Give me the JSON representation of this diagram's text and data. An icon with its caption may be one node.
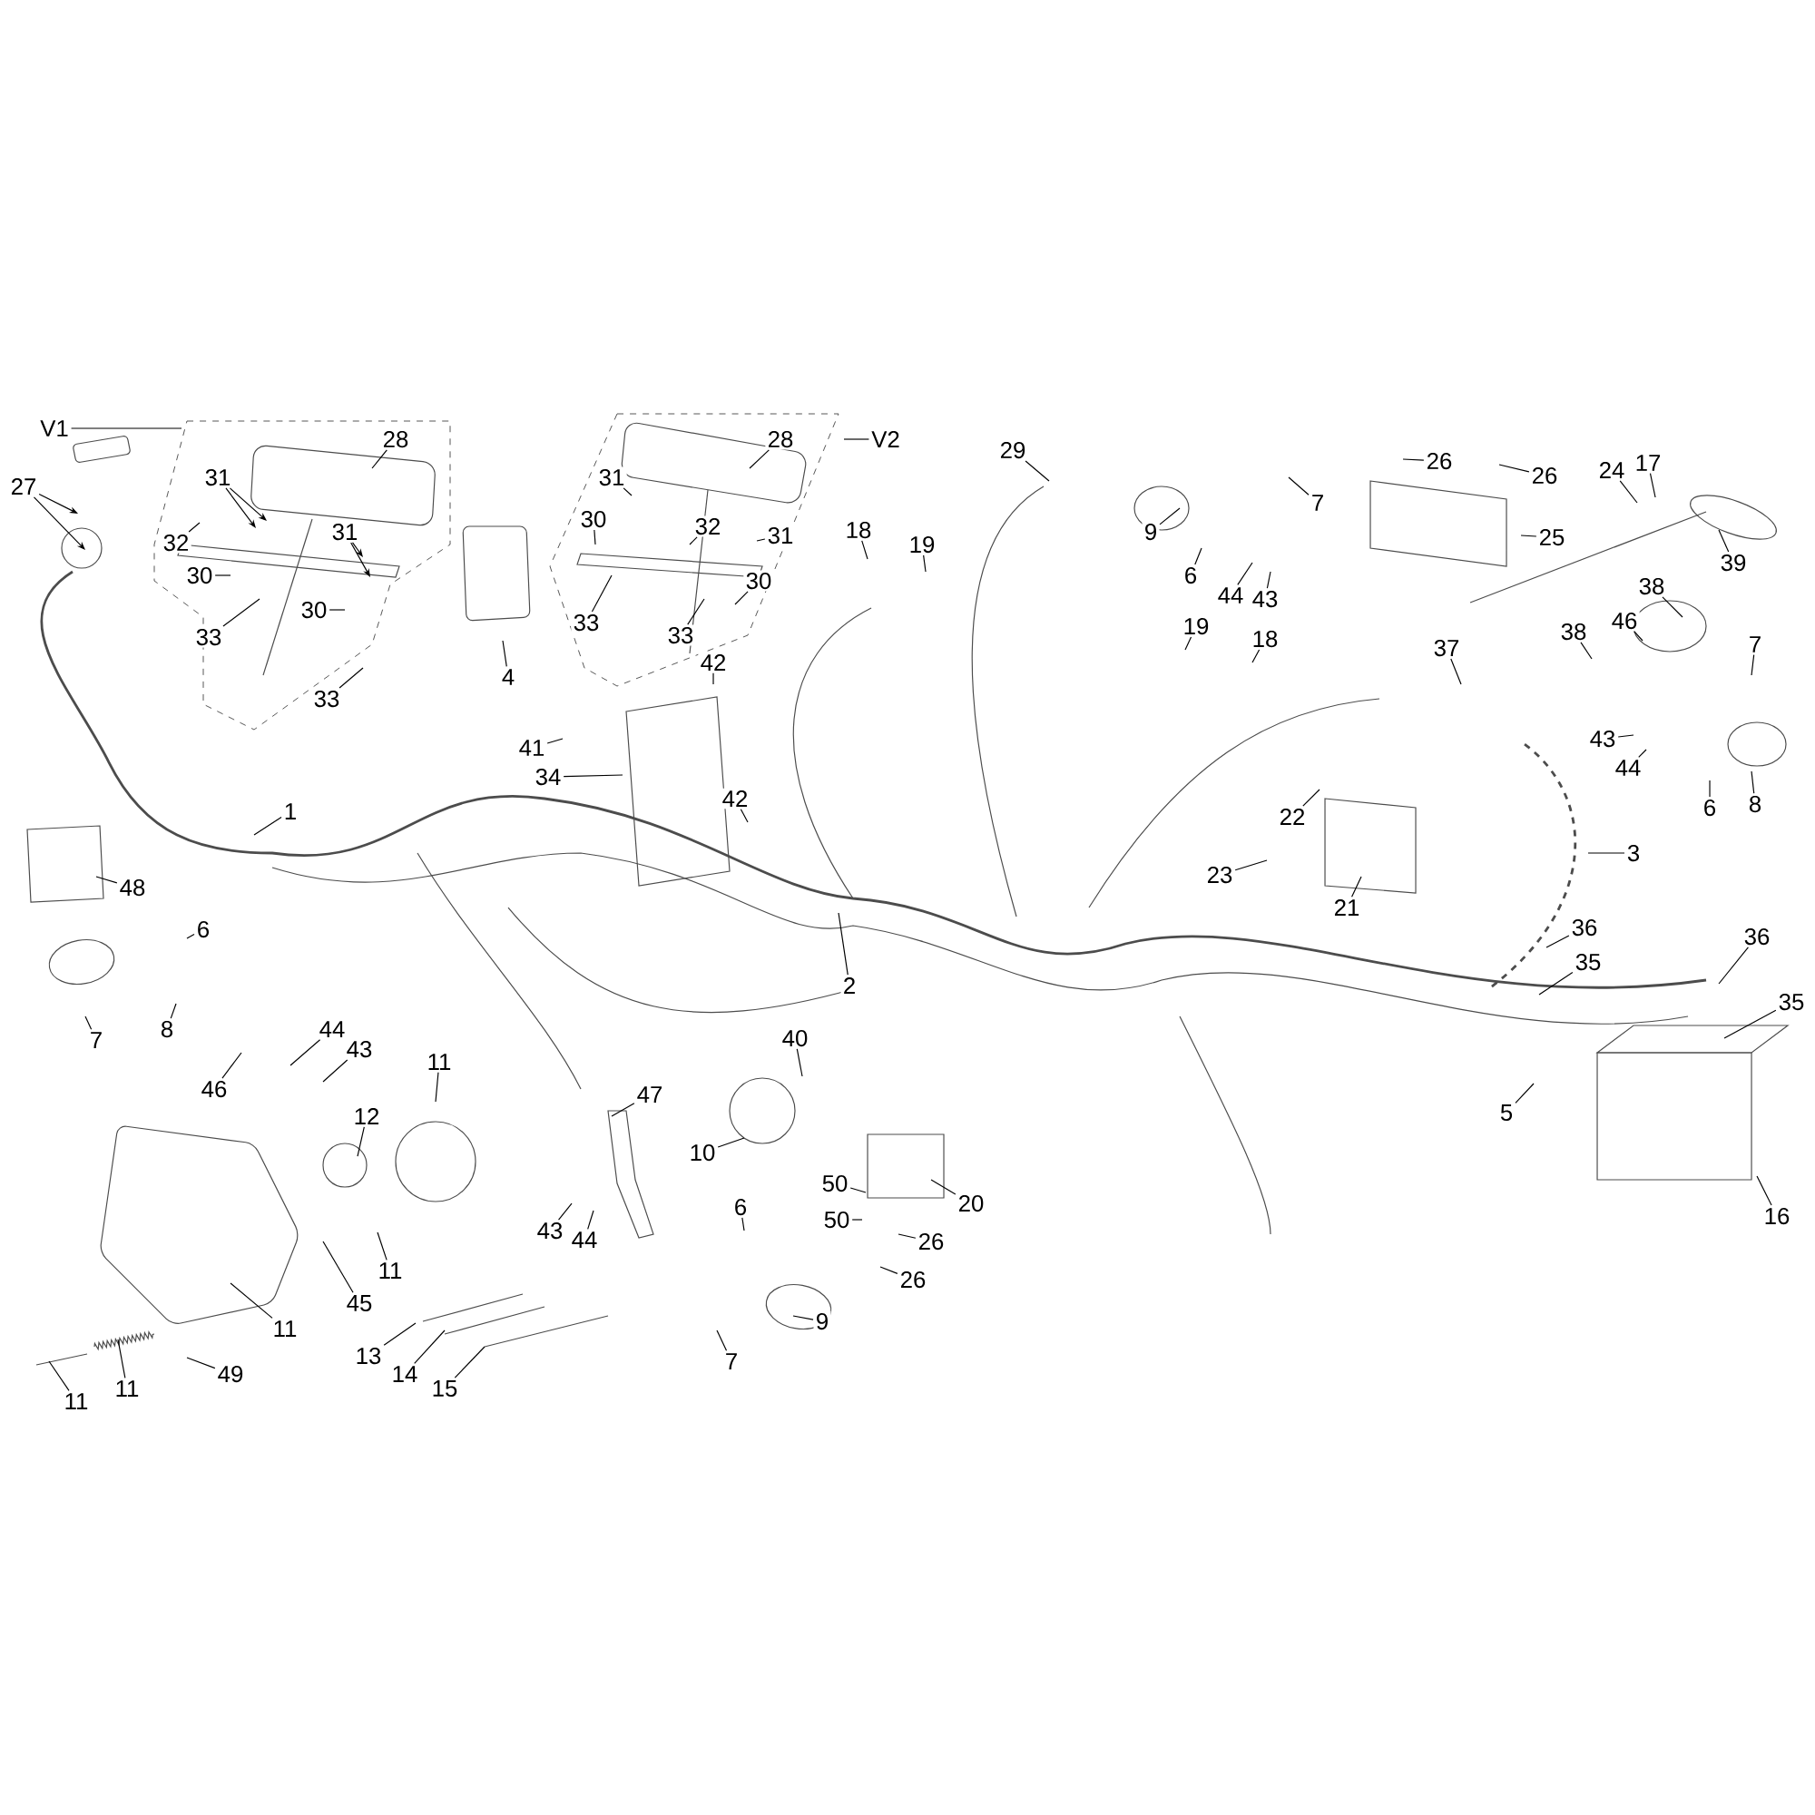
{
  "diagram": {
    "nodes": [
      {
        "text": [
          "V1"
        ]
      },
      {
        "text": [
          "27"
        ]
      },
      {
        "text": [
          "28"
        ]
      },
      {
        "text": [
          "31"
        ]
      },
      {
        "text": [
          "32"
        ]
      },
      {
        "text": [
          "30"
        ]
      },
      {
        "text": [
          "33"
        ]
      },
      {
        "text": [
          "31"
        ]
      },
      {
        "text": [
          "30"
        ]
      },
      {
        "text": [
          "33"
        ]
      },
      {
        "text": [
          "4"
        ]
      },
      {
        "text": [
          "28"
        ]
      },
      {
        "text": [
          "V2"
        ]
      },
      {
        "text": [
          "31"
        ]
      },
      {
        "text": [
          "30"
        ]
      },
      {
        "text": [
          "32"
        ]
      },
      {
        "text": [
          "31"
        ]
      },
      {
        "text": [
          "30"
        ]
      },
      {
        "text": [
          "33"
        ]
      },
      {
        "text": [
          "33"
        ]
      },
      {
        "text": [
          "18"
        ]
      },
      {
        "text": [
          "19"
        ]
      },
      {
        "text": [
          "29"
        ]
      },
      {
        "text": [
          "9"
        ]
      },
      {
        "text": [
          "7"
        ]
      },
      {
        "text": [
          "26"
        ]
      },
      {
        "text": [
          "26"
        ]
      },
      {
        "text": [
          "25"
        ]
      },
      {
        "text": [
          "24"
        ]
      },
      {
        "text": [
          "17"
        ]
      },
      {
        "text": [
          "39"
        ]
      },
      {
        "text": [
          "6"
        ]
      },
      {
        "text": [
          "44"
        ]
      },
      {
        "text": [
          "43"
        ]
      },
      {
        "text": [
          "42"
        ]
      },
      {
        "text": [
          "41"
        ]
      },
      {
        "text": [
          "34"
        ]
      },
      {
        "text": [
          "42"
        ]
      },
      {
        "text": [
          "19"
        ]
      },
      {
        "text": [
          "18"
        ]
      },
      {
        "text": [
          "38"
        ]
      },
      {
        "text": [
          "37"
        ]
      },
      {
        "text": [
          "38"
        ]
      },
      {
        "text": [
          "46"
        ]
      },
      {
        "text": [
          "7"
        ]
      },
      {
        "text": [
          "43"
        ]
      },
      {
        "text": [
          "44"
        ]
      },
      {
        "text": [
          "8"
        ]
      },
      {
        "text": [
          "6"
        ]
      },
      {
        "text": [
          "22"
        ]
      },
      {
        "text": [
          "23"
        ]
      },
      {
        "text": [
          "21"
        ]
      },
      {
        "text": [
          "3"
        ]
      },
      {
        "text": [
          "1"
        ]
      },
      {
        "text": [
          "48"
        ]
      },
      {
        "text": [
          "6"
        ]
      },
      {
        "text": [
          "8"
        ]
      },
      {
        "text": [
          "7"
        ]
      },
      {
        "text": [
          "2"
        ]
      },
      {
        "text": [
          "36"
        ]
      },
      {
        "text": [
          "35"
        ]
      },
      {
        "text": [
          "36"
        ]
      },
      {
        "text": [
          "35"
        ]
      },
      {
        "text": [
          "5"
        ]
      },
      {
        "text": [
          "16"
        ]
      },
      {
        "text": [
          "46"
        ]
      },
      {
        "text": [
          "44"
        ]
      },
      {
        "text": [
          "43"
        ]
      },
      {
        "text": [
          "11"
        ]
      },
      {
        "text": [
          "40"
        ]
      },
      {
        "text": [
          "47"
        ]
      },
      {
        "text": [
          "10"
        ]
      },
      {
        "text": [
          "12"
        ]
      },
      {
        "text": [
          "43"
        ]
      },
      {
        "text": [
          "44"
        ]
      },
      {
        "text": [
          "6"
        ]
      },
      {
        "text": [
          "50"
        ]
      },
      {
        "text": [
          "20"
        ]
      },
      {
        "text": [
          "50"
        ]
      },
      {
        "text": [
          "26"
        ]
      },
      {
        "text": [
          "26"
        ]
      },
      {
        "text": [
          "11"
        ]
      },
      {
        "text": [
          "45"
        ]
      },
      {
        "text": [
          "11"
        ]
      },
      {
        "text": [
          "9"
        ]
      },
      {
        "text": [
          "7"
        ]
      },
      {
        "text": [
          "13"
        ]
      },
      {
        "text": [
          "14"
        ]
      },
      {
        "text": [
          "15"
        ]
      },
      {
        "text": [
          "11"
        ]
      },
      {
        "text": [
          "11"
        ]
      },
      {
        "text": [
          "49"
        ]
      }
    ],
    "edges": [
      {
        "from": 0,
        "to": null,
        "arrow": "none"
      },
      {
        "from": 1,
        "to": null,
        "arrow": "to"
      },
      {
        "from": 1,
        "to": null,
        "arrow": "to"
      },
      {
        "from": 2,
        "to": null,
        "arrow": "none"
      },
      {
        "from": 3,
        "to": null,
        "arrow": "to"
      },
      {
        "from": 3,
        "to": null,
        "arrow": "to"
      },
      {
        "from": 4,
        "to": null,
        "arrow": "none"
      },
      {
        "from": 5,
        "to": null,
        "arrow": "none"
      },
      {
        "from": 6,
        "to": null,
        "arrow": "none"
      },
      {
        "from": 7,
        "to": null,
        "arrow": "to"
      },
      {
        "from": 7,
        "to": null,
        "arrow": "to"
      },
      {
        "from": 8,
        "to": null,
        "arrow": "none"
      },
      {
        "from": 9,
        "to": null,
        "arrow": "none"
      },
      {
        "from": 10,
        "to": null,
        "arrow": "none"
      },
      {
        "from": 11,
        "to": null,
        "arrow": "none"
      },
      {
        "from": 12,
        "to": null,
        "arrow": "none"
      },
      {
        "from": 13,
        "to": null,
        "arrow": "none"
      },
      {
        "from": 14,
        "to": null,
        "arrow": "none"
      },
      {
        "from": 15,
        "to": null,
        "arrow": "none"
      },
      {
        "from": 16,
        "to": null,
        "arrow": "none"
      },
      {
        "from": 17,
        "to": null,
        "arrow": "none"
      },
      {
        "from": 18,
        "to": null,
        "arrow": "none"
      },
      {
        "from": 19,
        "to": null,
        "arrow": "none"
      },
      {
        "from": 20,
        "to": null,
        "arrow": "none"
      },
      {
        "from": 21,
        "to": null,
        "arrow": "none"
      },
      {
        "from": 22,
        "to": null,
        "arrow": "none"
      },
      {
        "from": 23,
        "to": null,
        "arrow": "none"
      },
      {
        "from": 24,
        "to": null,
        "arrow": "none"
      },
      {
        "from": 25,
        "to": null,
        "arrow": "none"
      },
      {
        "from": 26,
        "to": null,
        "arrow": "none"
      },
      {
        "from": 27,
        "to": null,
        "arrow": "none"
      },
      {
        "from": 28,
        "to": null,
        "arrow": "none"
      },
      {
        "from": 29,
        "to": null,
        "arrow": "none"
      },
      {
        "from": 30,
        "to": null,
        "arrow": "none"
      },
      {
        "from": 31,
        "to": null,
        "arrow": "none"
      },
      {
        "from": 32,
        "to": null,
        "arrow": "none"
      },
      {
        "from": 33,
        "to": null,
        "arrow": "none"
      },
      {
        "from": 34,
        "to": null,
        "arrow": "none"
      },
      {
        "from": 35,
        "to": null,
        "arrow": "none"
      },
      {
        "from": 36,
        "to": null,
        "arrow": "none"
      },
      {
        "from": 37,
        "to": null,
        "arrow": "none"
      },
      {
        "from": 38,
        "to": null,
        "arrow": "none"
      },
      {
        "from": 39,
        "to": null,
        "arrow": "none"
      },
      {
        "from": 40,
        "to": null,
        "arrow": "none"
      },
      {
        "from": 41,
        "to": null,
        "arrow": "none"
      },
      {
        "from": 42,
        "to": null,
        "arrow": "none"
      },
      {
        "from": 43,
        "to": null,
        "arrow": "none"
      },
      {
        "from": 44,
        "to": null,
        "arrow": "none"
      },
      {
        "from": 45,
        "to": null,
        "arrow": "none"
      },
      {
        "from": 46,
        "to": null,
        "arrow": "none"
      },
      {
        "from": 47,
        "to": null,
        "arrow": "none"
      },
      {
        "from": 48,
        "to": null,
        "arrow": "none"
      },
      {
        "from": 49,
        "to": null,
        "arrow": "none"
      },
      {
        "from": 50,
        "to": null,
        "arrow": "none"
      },
      {
        "from": 51,
        "to": null,
        "arrow": "none"
      },
      {
        "from": 52,
        "to": null,
        "arrow": "none"
      },
      {
        "from": 53,
        "to": null,
        "arrow": "none"
      },
      {
        "from": 54,
        "to": null,
        "arrow": "none"
      },
      {
        "from": 55,
        "to": null,
        "arrow": "none"
      },
      {
        "from": 56,
        "to": null,
        "arrow": "none"
      },
      {
        "from": 57,
        "to": null,
        "arrow": "none"
      },
      {
        "from": 58,
        "to": null,
        "arrow": "none"
      },
      {
        "from": 59,
        "to": null,
        "arrow": "none"
      },
      {
        "from": 60,
        "to": null,
        "arrow": "none"
      },
      {
        "from": 61,
        "to": null,
        "arrow": "none"
      },
      {
        "from": 62,
        "to": null,
        "arrow": "none"
      },
      {
        "from": 63,
        "to": null,
        "arrow": "none"
      },
      {
        "from": 64,
        "to": null,
        "arrow": "none"
      },
      {
        "from": 65,
        "to": null,
        "arrow": "none"
      },
      {
        "from": 66,
        "to": null,
        "arrow": "none"
      },
      {
        "from": 67,
        "to": null,
        "arrow": "none"
      },
      {
        "from": 68,
        "to": null,
        "arrow": "none"
      },
      {
        "from": 69,
        "to": null,
        "arrow": "none"
      },
      {
        "from": 70,
        "to": null,
        "arrow": "none"
      },
      {
        "from": 71,
        "to": null,
        "arrow": "none"
      },
      {
        "from": 72,
        "to": null,
        "arrow": "none"
      },
      {
        "from": 73,
        "to": null,
        "arrow": "none"
      },
      {
        "from": 74,
        "to": null,
        "arrow": "none"
      },
      {
        "from": 75,
        "to": null,
        "arrow": "none"
      },
      {
        "from": 76,
        "to": null,
        "arrow": "none"
      },
      {
        "from": 77,
        "to": null,
        "arrow": "none"
      },
      {
        "from": 78,
        "to": null,
        "arrow": "none"
      },
      {
        "from": 79,
        "to": null,
        "arrow": "none"
      },
      {
        "from": 80,
        "to": null,
        "arrow": "none"
      },
      {
        "from": 81,
        "to": null,
        "arrow": "none"
      },
      {
        "from": 82,
        "to": null,
        "arrow": "none"
      },
      {
        "from": 83,
        "to": null,
        "arrow": "none"
      },
      {
        "from": 84,
        "to": null,
        "arrow": "none"
      },
      {
        "from": 85,
        "to": null,
        "arrow": "none"
      },
      {
        "from": 86,
        "to": null,
        "arrow": "none"
      },
      {
        "from": 87,
        "to": null,
        "arrow": "none"
      },
      {
        "from": 88,
        "to": null,
        "arrow": "none"
      },
      {
        "from": 89,
        "to": null,
        "arrow": "none"
      },
      {
        "from": 90,
        "to": null,
        "arrow": "none"
      },
      {
        "from": 91,
        "to": null,
        "arrow": "none"
      }
    ]
  }
}
